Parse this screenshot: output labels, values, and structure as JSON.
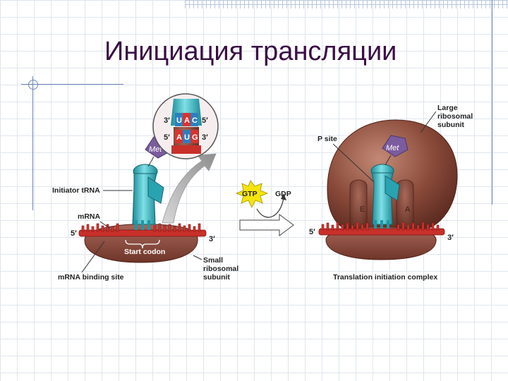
{
  "title": "Инициация трансляции",
  "left_panel": {
    "met_label": "Met",
    "initiator_trna_label": "Initiator tRNA",
    "mrna_label": "mRNA",
    "five_prime": "5′",
    "three_prime": "3′",
    "start_codon_label": "Start codon",
    "small_subunit_label": [
      "Small",
      "ribosomal",
      "subunit"
    ],
    "mrna_binding_site_label": "mRNA binding site",
    "zoom": {
      "anticodon_bases": [
        "U",
        "A",
        "C"
      ],
      "codon_bases": [
        "A",
        "U",
        "G"
      ],
      "top_left_end": "3′",
      "top_right_end": "5′",
      "bottom_left_end": "5′",
      "bottom_right_end": "3′"
    }
  },
  "middle": {
    "gtp_label": "GTP",
    "gdp_label": "GDP"
  },
  "right_panel": {
    "large_subunit_label": [
      "Large",
      "ribosomal",
      "subunit"
    ],
    "p_site_label": "P site",
    "met_label": "Met",
    "e_site_label": "E",
    "a_site_label": "A",
    "five_prime": "5′",
    "three_prime": "3′",
    "complex_label": "Translation initiation complex"
  },
  "colors": {
    "ribosome": "#8a4a3a",
    "ribosome_light": "#b77a66",
    "trna": "#33b6c3",
    "mrna": "#d8342e",
    "met": "#7b5c9e",
    "gtp_star": "#f5e40a"
  }
}
